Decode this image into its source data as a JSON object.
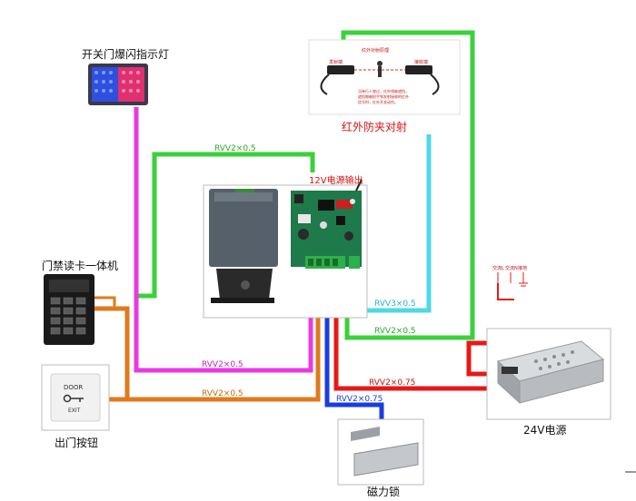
{
  "components": {
    "flash_light": {
      "label": "开关门爆闪指示灯"
    },
    "ir_sensor": {
      "label": "红外防夹对射",
      "inset_title": "红外对射原理",
      "emitter_label": "发射端",
      "receiver_label": "接收端",
      "note_lines": [
        "当有行人穿过，红外线被遮挡，",
        "遮挡物被检手到发射接收的红外",
        "信号时，红外开关动作。"
      ]
    },
    "power_output": {
      "label": "12V电源输出"
    },
    "card_reader": {
      "label": "门禁读卡一体机"
    },
    "exit_button": {
      "label": "出门按钮",
      "face_top": "DOOR",
      "face_bottom": "EXIT"
    },
    "maglock": {
      "label": "磁力锁"
    },
    "psu": {
      "label": "24V电源",
      "terminal_labels": [
        "交流L",
        "交流N",
        "接地"
      ]
    }
  },
  "cables": {
    "green_top": "RVV2×0.5",
    "cyan": "RVV3×0.5",
    "green_right": "RVV2×0.5",
    "magenta": "RVV2×0.5",
    "orange": "RVV2×0.5",
    "red": "RVV2×0.75",
    "blue": "RVV2×0.75"
  },
  "colors": {
    "green": "#3bd13b",
    "cyan": "#4ed8e8",
    "magenta": "#e83ae0",
    "orange": "#e07a1c",
    "red": "#e81818",
    "blue": "#1a3de0",
    "label_red": "#d81010"
  }
}
